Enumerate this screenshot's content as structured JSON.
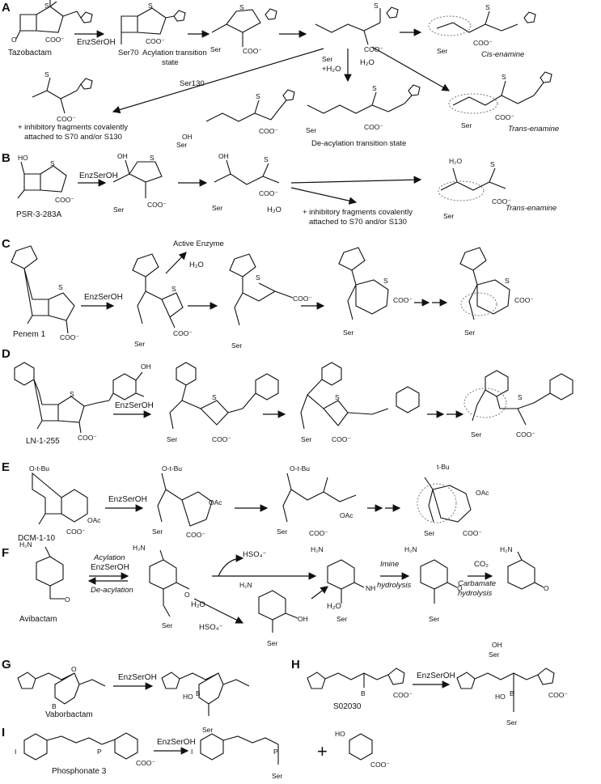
{
  "panels": {
    "A": {
      "letter": "A",
      "compound": "Tazobactam",
      "reagent": "EnzSerOH",
      "ser70": "Ser70",
      "acylation_ts": "Acylation transition",
      "acylation_ts2": "state",
      "ser130": "Ser130",
      "water_add": "+H₂O",
      "water": "H₂O",
      "cis": "Cis-enamine",
      "trans": "Trans-enamine",
      "deacyl_ts": "De-acylation transition state",
      "fragments1": "+ inhibitory fragments covalently",
      "fragments2": "attached to S70 and/or S130"
    },
    "B": {
      "letter": "B",
      "compound": "PSR-3-283A",
      "reagent": "EnzSerOH",
      "water": "H₂O",
      "trans": "Trans-enamine",
      "fragments1": "+ inhibitory fragments covalently",
      "fragments2": "attached to S70 and/or S130"
    },
    "C": {
      "letter": "C",
      "compound": "Penem 1",
      "reagent": "EnzSerOH",
      "active": "Active Enzyme",
      "water": "H₂O"
    },
    "D": {
      "letter": "D",
      "compound": "LN-1-255",
      "reagent": "EnzSerOH"
    },
    "E": {
      "letter": "E",
      "compound": "DCM-1-10",
      "reagent": "EnzSerOH",
      "tbu": "O-t-Bu",
      "oac": "OAc",
      "tbu2": "t-Bu"
    },
    "F": {
      "letter": "F",
      "compound": "Avibactam",
      "acyl": "Acylation",
      "reagent": "EnzSerOH",
      "deacyl": "De-acylation",
      "hso4": "HSO₄⁻",
      "water": "H₂O",
      "imine": "Imine",
      "imine2": "hydrolysis",
      "co2": "CO₂",
      "carbamate": "Carbamate",
      "carbamate2": "hydrolysis"
    },
    "G": {
      "letter": "G",
      "compound": "Vaborbactam",
      "reagent": "EnzSerOH"
    },
    "H": {
      "letter": "H",
      "compound": "S02030",
      "reagent": "EnzSerOH"
    },
    "I": {
      "letter": "I",
      "compound": "Phosphonate 3",
      "reagent": "EnzSerOH",
      "plus": "+"
    }
  },
  "atoms": {
    "ser": "Ser",
    "coo": "COO⁻",
    "s": "S",
    "n": "N",
    "o": "O",
    "oh": "OH",
    "b": "B",
    "p": "P",
    "nh": "NH",
    "h2n": "H₂N",
    "i": "I",
    "ho": "HO"
  }
}
